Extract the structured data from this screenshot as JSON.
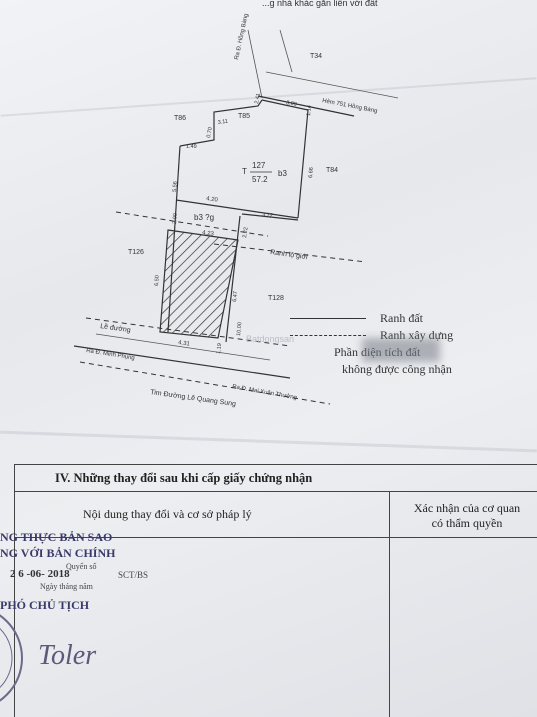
{
  "plan": {
    "top_text": "...g nhà khác gắn liền với đất",
    "street_top": "Ra Đ. Hồng Bàng",
    "alley": "Hẻm 751 Hồng Bàng",
    "lots": {
      "t34": "T34",
      "t86": "T86",
      "t85": "T85",
      "t84": "T84",
      "t126": "T126",
      "t128": "T128"
    },
    "main_lot_number": "127",
    "main_lot_area": "57.2",
    "main_lot_suffix": "b3",
    "sub_lot_label": "b3 ?g",
    "road_edge": "Lề đường",
    "ranh_lo_gioi": "Ranh lộ giới",
    "street_left": "Ra Đ. Minh Phụng",
    "street_right": "Ra Đ. Mai Xuân Thưởng",
    "street_bottom": "Tim Đường Lê Quang Sung",
    "watermark": "Batdongsan",
    "dims": {
      "d_2_41": "2.41",
      "d_3_09": "3.09",
      "d_1_14": "1.14",
      "d_3_11": "3.11",
      "d_0_70": "0.70",
      "d_1_49": "1.49",
      "d_5_56": "5.56",
      "d_4_20": "4.20",
      "d_3_72": "3.72",
      "d_6_66": "6.66",
      "d_2_00": "2.00",
      "d_4_23": "4.23",
      "d_2_22": "2.22",
      "d_6_50": "6.50",
      "d_6_47": "6.47",
      "d_10_00": "10.00",
      "d_4_31": "4.31",
      "d_1_19": "1.19"
    }
  },
  "legend": {
    "ranh_dat": "Ranh đất",
    "ranh_xay_dung": "Ranh xây dựng",
    "phan_dien_tich": "Phần diện tích đất",
    "khong_duoc": "không được công nhận"
  },
  "form": {
    "title": "IV. Những thay đổi sau khi cấp giấy chứng nhận",
    "col1": "Nội dung thay đổi và cơ sở pháp lý",
    "col2_line1": "Xác nhận của cơ quan",
    "col2_line2": "có thẩm quyền"
  },
  "stamp": {
    "line1": "NG THỰC BẢN SAO",
    "line2": "NG VỚI BẢN CHÍNH",
    "quyen_so": "Quyển số",
    "sct": "SCT/BS",
    "date": "2 6 -06- 2018",
    "ngay_thang_nam": "Ngày   tháng   năm",
    "title": "PHÓ CHỦ TỊCH",
    "signature": "Toler"
  }
}
